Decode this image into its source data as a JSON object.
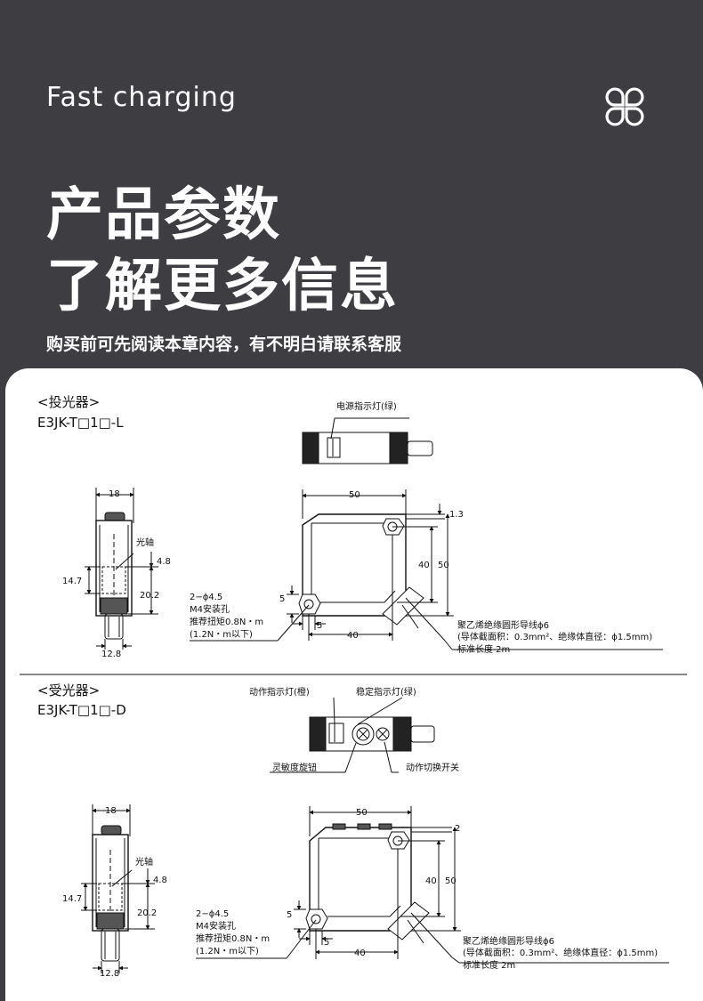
{
  "header": {
    "tagline": "Fast charging",
    "title_line1": "产品参数",
    "title_line2": "了解更多信息",
    "subtitle": "购买前可先阅读本章内容，有不明白请联系客服"
  },
  "emitter": {
    "heading": "<投光器>",
    "model": "E3JK-T□1□-L",
    "power_led": "电源指示灯(绿)",
    "axis_label": "光轴",
    "dim_18": "18",
    "dim_4_8": "4.8",
    "dim_14_7": "14.7",
    "dim_20_2": "20.2",
    "dim_12_8": "12.8",
    "dim_50": "50",
    "dim_1_3": "1.3",
    "dim_40v": "40",
    "dim_50v": "50",
    "dim_5v": "5",
    "dim_5h": "5",
    "dim_40h": "40",
    "hole_1": "2−ϕ4.5",
    "hole_2": "M4安装孔",
    "hole_3": "推荐扭矩0.8N・m",
    "hole_4": "(1.2N・m以下)",
    "cable_1": "聚乙烯绝缘圆形导线ϕ6",
    "cable_2": "(导体截面积：0.3mm²、绝缘体直径：ϕ1.5mm)",
    "cable_3": "标准长度 2m"
  },
  "receiver": {
    "heading": "<受光器>",
    "model": "E3JK-T□1□-D",
    "op_led": "动作指示灯(橙)",
    "stable_led": "稳定指示灯(绿)",
    "sens_knob": "灵敏度旋钮",
    "mode_switch": "动作切换开关",
    "axis_label": "光轴",
    "dim_18": "18",
    "dim_4_8": "4.8",
    "dim_14_7": "14.7",
    "dim_20_2": "20.2",
    "dim_12_8": "12.8",
    "dim_50": "50",
    "dim_2": "2",
    "dim_40v": "40",
    "dim_50v": "50",
    "dim_5v": "5",
    "dim_5h": "5",
    "dim_40h": "40",
    "hole_1": "2−ϕ4.5",
    "hole_2": "M4安装孔",
    "hole_3": "推荐扭矩0.8N・m",
    "hole_4": "(1.2N・m以下)",
    "cable_1": "聚乙烯绝缘圆形导线ϕ6",
    "cable_2": "(导体截面积：0.3mm²、绝缘体直径：ϕ1.5mm)",
    "cable_3": "标准长度 2m"
  }
}
